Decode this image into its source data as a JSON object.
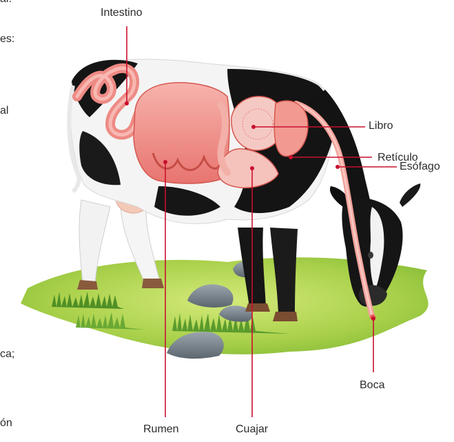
{
  "labels": {
    "intestino": "Intestino",
    "libro": "Libro",
    "reticulo": "Retículo",
    "esofago": "Esófago",
    "boca": "Boca",
    "rumen": "Rumen",
    "cuajar": "Cuajar"
  },
  "cropped_text": {
    "line1": "al.",
    "line2": "es:",
    "line3": "al",
    "line4": "ca;",
    "line5": "ón"
  },
  "colors": {
    "leader_line": "#c8102e",
    "grass_light": "#b7d957",
    "grass_dark": "#5e9b2a",
    "stomach": "#f08a86",
    "cow_black": "#141414",
    "cow_white": "#f3f3f3"
  }
}
